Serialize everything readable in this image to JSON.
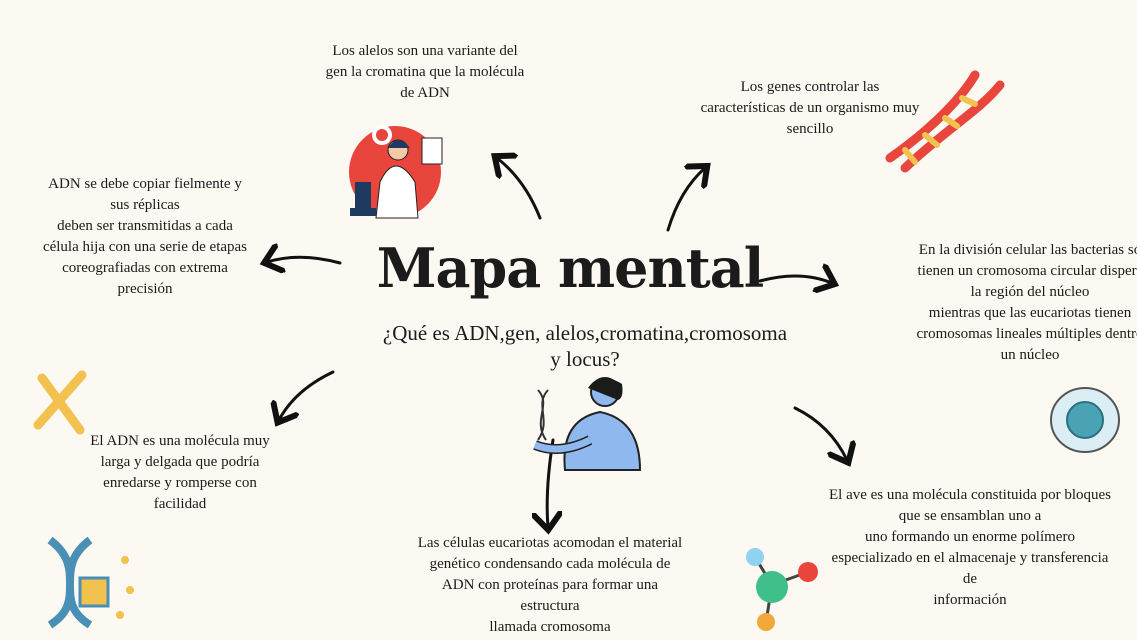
{
  "title": "Mapa mental",
  "subtitle": "¿Qué es ADN,gen, alelos,cromatina,cromosoma\ny locus?",
  "nodes": {
    "alelos": "Los alelos son una variante del\ngen la cromatina que la molécula\nde ADN",
    "genes": "Los genes controlar las\ncaracterísticas de un organismo muy\nsencillo",
    "copiar": "ADN se debe copiar fielmente y\nsus réplicas\ndeben ser transmitidas a cada\ncélula hija con una serie de etapas\ncoreografiadas con extrema\nprecisión",
    "division": "En la división celular las bacterias só\ntienen un cromosoma circular dispers\nla región del núcleo\nmientras que las eucariotas tienen\ncromosomas lineales múltiples dentro\nun núcleo",
    "larga": "El ADN es una molécula muy\nlarga y delgada que podría\nenredarse y romperse con\nfacilidad",
    "eucariotas": "Las células eucariotas acomodan el material\ngenético condensando cada molécula de\nADN con proteínas para formar una\nestructura\nllamada cromosoma",
    "ave": "El ave es una molécula constituida por bloques\nque se ensamblan uno a\nuno formando un enorme polímero\nespecializado en el almacenaje y transferencia\nde\ninformación"
  },
  "colors": {
    "background": "#fcf9f2",
    "red": "#e8453c",
    "blue": "#8fb8ef",
    "yellow": "#f2c14e"
  }
}
